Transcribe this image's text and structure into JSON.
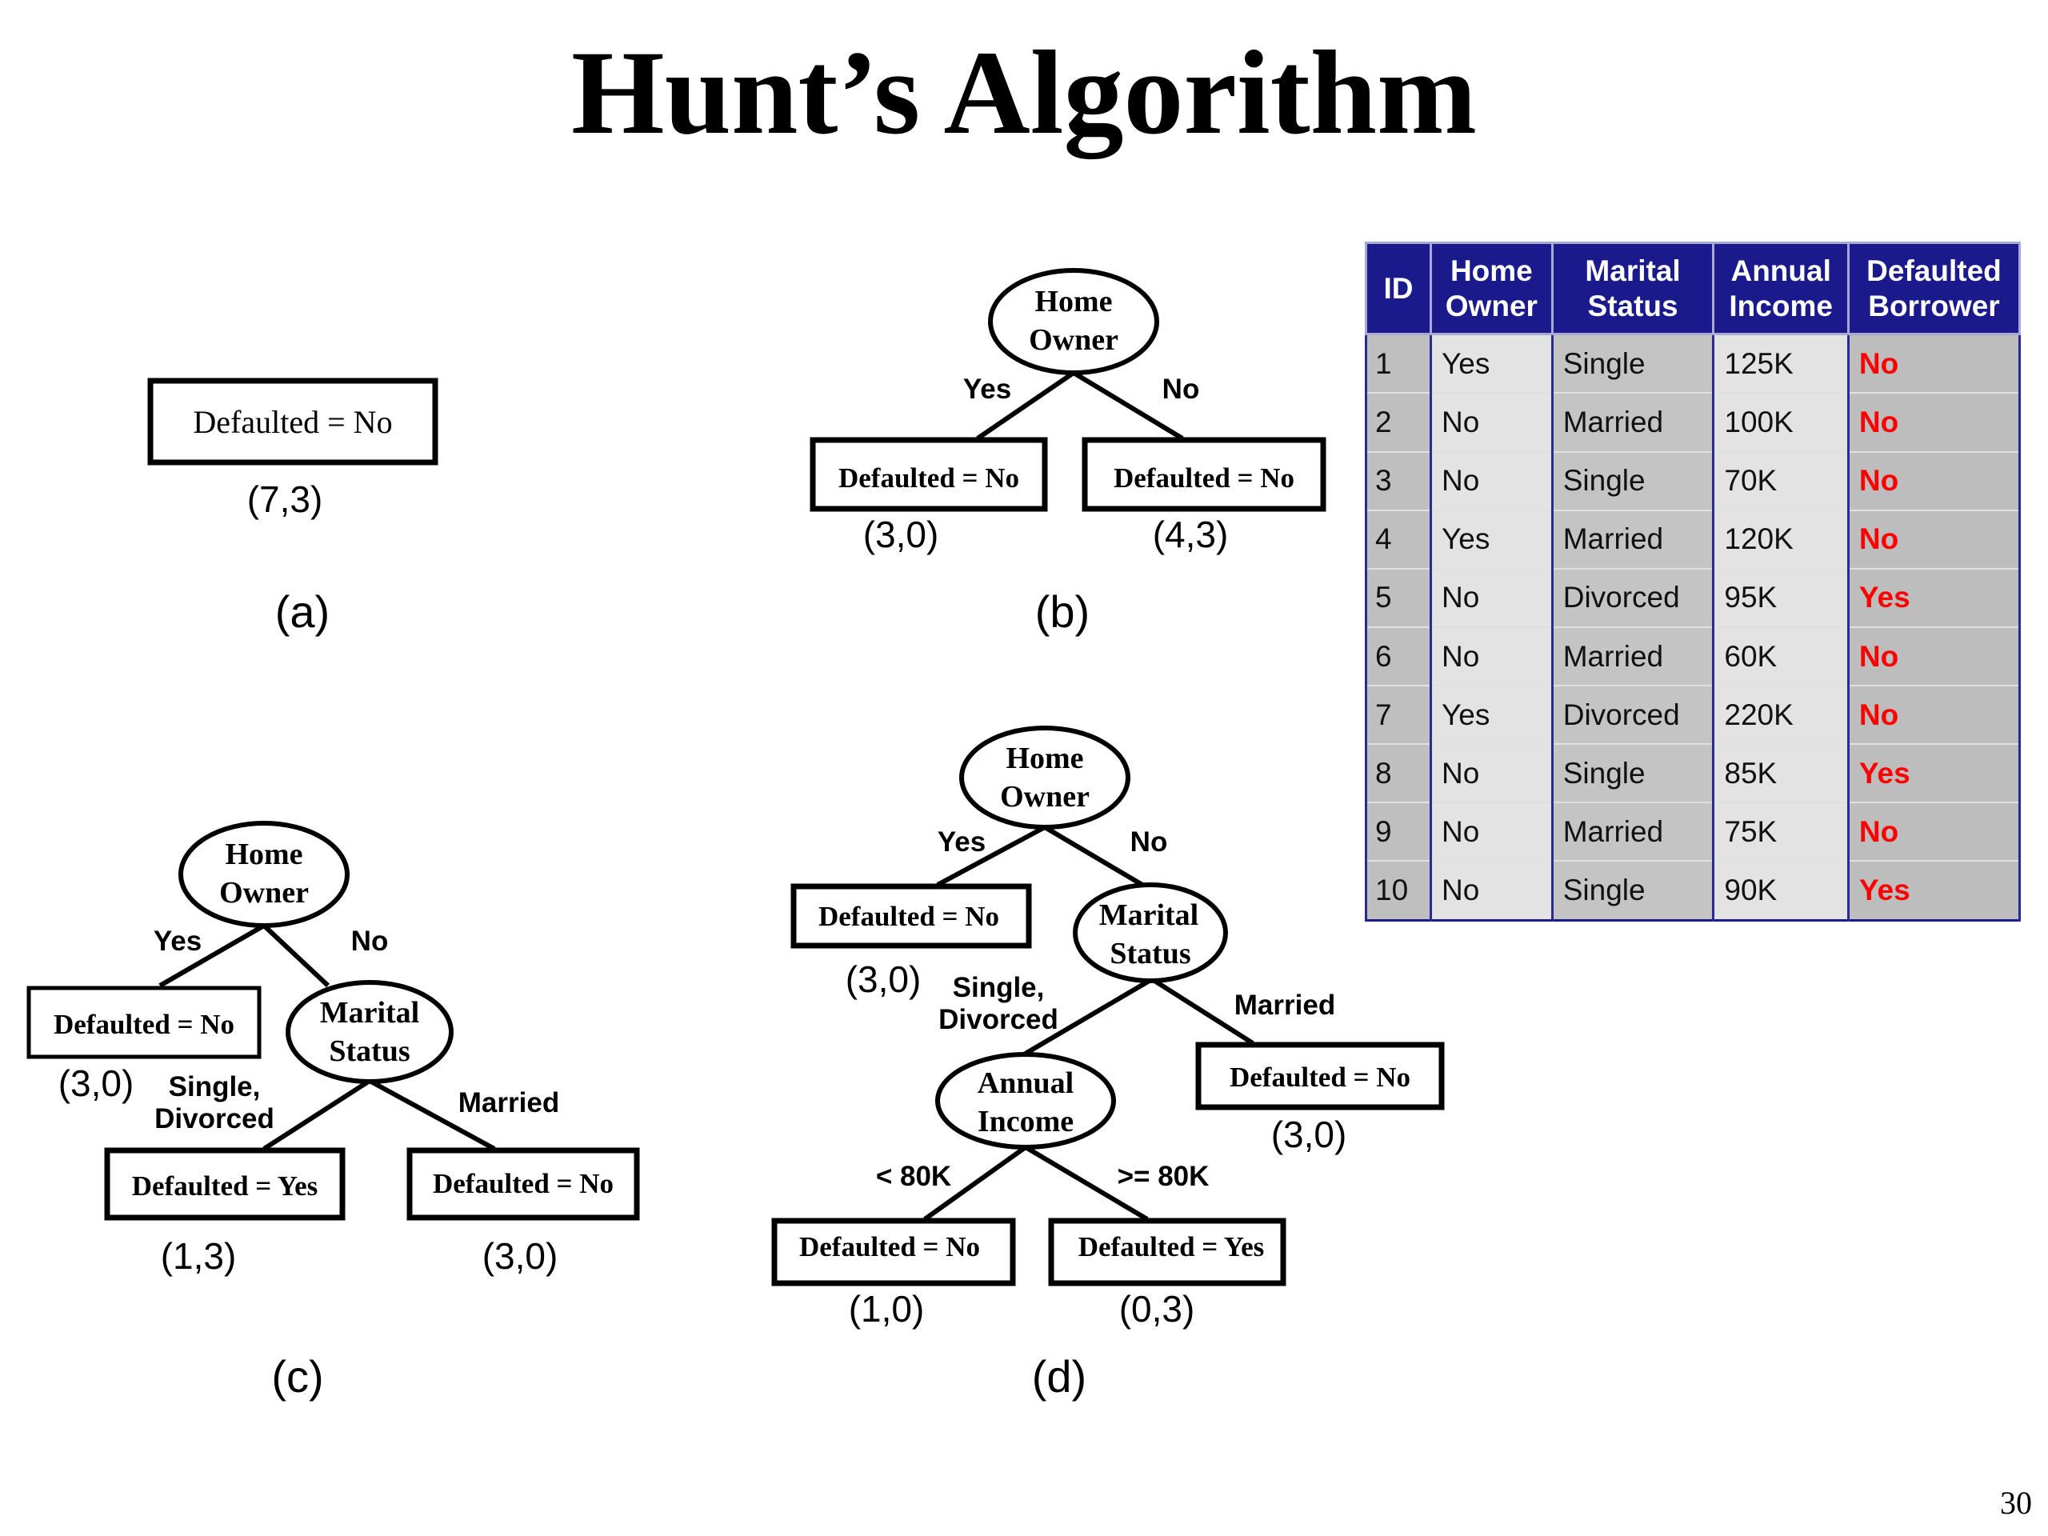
{
  "title": "Hunt’s Algorithm",
  "page_number": "30",
  "panels": {
    "a": {
      "label": "(a)",
      "leaf": "Defaulted = No",
      "count": "(7,3)"
    },
    "b": {
      "label": "(b)",
      "root": [
        "Home",
        "Owner"
      ],
      "edge_yes": "Yes",
      "edge_no": "No",
      "leaf_yes": "Defaulted = No",
      "count_yes": "(3,0)",
      "leaf_no": "Defaulted = No",
      "count_no": "(4,3)"
    },
    "c": {
      "label": "(c)",
      "root": [
        "Home",
        "Owner"
      ],
      "edge_yes": "Yes",
      "edge_no": "No",
      "leaf_yes": "Defaulted = No",
      "count_yes": "(3,0)",
      "marital": [
        "Marital",
        "Status"
      ],
      "edge_single": [
        "Single,",
        "Divorced"
      ],
      "edge_married": "Married",
      "leaf_single": "Defaulted = Yes",
      "count_single": "(1,3)",
      "leaf_married": "Defaulted = No",
      "count_married": "(3,0)"
    },
    "d": {
      "label": "(d)",
      "root": [
        "Home",
        "Owner"
      ],
      "edge_yes": "Yes",
      "edge_no": "No",
      "leaf_yes": "Defaulted = No",
      "count_yes": "(3,0)",
      "marital": [
        "Marital",
        "Status"
      ],
      "edge_single": [
        "Single,",
        "Divorced"
      ],
      "edge_married": "Married",
      "leaf_married": "Defaulted = No",
      "count_married": "(3,0)",
      "income": [
        "Annual",
        "Income"
      ],
      "edge_lt": "< 80K",
      "edge_ge": ">= 80K",
      "leaf_lt": "Defaulted = No",
      "count_lt": "(1,0)",
      "leaf_ge": "Defaulted = Yes",
      "count_ge": "(0,3)"
    }
  },
  "table": {
    "headers": [
      [
        "ID"
      ],
      [
        "Home",
        "Owner"
      ],
      [
        "Marital",
        "Status"
      ],
      [
        "Annual",
        "Income"
      ],
      [
        "Defaulted",
        "Borrower"
      ]
    ],
    "rows": [
      [
        "1",
        "Yes",
        "Single",
        "125K",
        "No"
      ],
      [
        "2",
        "No",
        "Married",
        "100K",
        "No"
      ],
      [
        "3",
        "No",
        "Single",
        "70K",
        "No"
      ],
      [
        "4",
        "Yes",
        "Married",
        "120K",
        "No"
      ],
      [
        "5",
        "No",
        "Divorced",
        "95K",
        "Yes"
      ],
      [
        "6",
        "No",
        "Married",
        "60K",
        "No"
      ],
      [
        "7",
        "Yes",
        "Divorced",
        "220K",
        "No"
      ],
      [
        "8",
        "No",
        "Single",
        "85K",
        "Yes"
      ],
      [
        "9",
        "No",
        "Married",
        "75K",
        "No"
      ],
      [
        "10",
        "No",
        "Single",
        "90K",
        "Yes"
      ]
    ]
  },
  "colors": {
    "table_header_bg": "#1a1a8c",
    "class_label": "#ff0000"
  }
}
